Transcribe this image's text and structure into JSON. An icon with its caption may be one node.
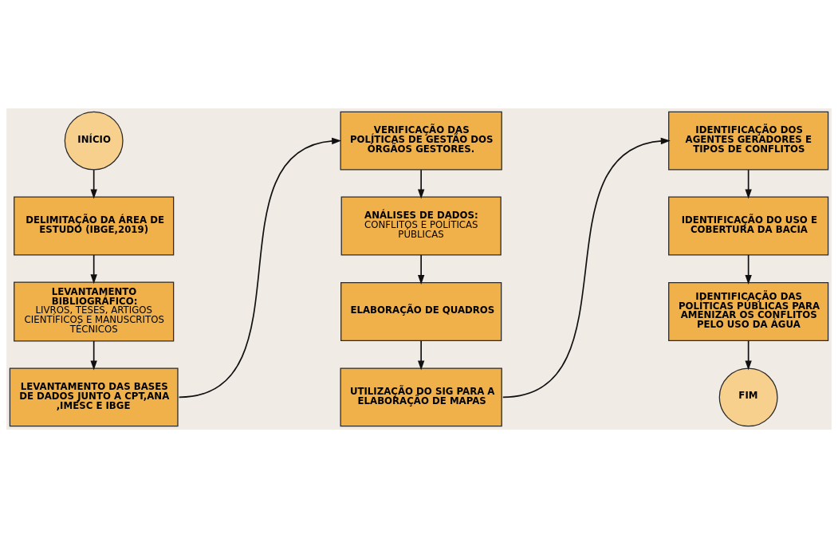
{
  "diagram": {
    "nodes": [
      {
        "text": [
          "INÍCIO"
        ]
      },
      {
        "text": [
          "DELIMITAÇÃO DA ÁREA DE ESTUDO (IBGE,2019)"
        ]
      },
      {
        "text": [
          "LEVANTAMENTO BIBLIOGRÁFICO:",
          "LIVROS, TESES, ARTIGOS CIENTÍFICOS E MANUSCRITOS TÉCNICOS"
        ]
      },
      {
        "text": [
          "LEVANTAMENTO DAS BASES DE DADOS JUNTO A CPT,ANA ,IMESC E IBGE"
        ]
      },
      {
        "text": [
          "VERIFICAÇÃO DAS POLÍTICAS DE GESTÃO DOS ÓRGÃOS GESTORES."
        ]
      },
      {
        "text": [
          "ANÁLISES DE DADOS:",
          "CONFLITOS E POLÍTICAS PÚBLICAS"
        ]
      },
      {
        "text": [
          "ELABORAÇÃO DE QUADROS"
        ]
      },
      {
        "text": [
          "UTILIZAÇÃO DO SIG PARA A ELABORAÇÃO DE MAPAS"
        ]
      },
      {
        "text": [
          "IDENTIFICAÇÃO DOS AGENTES GERADORES E TIPOS DE CONFLITOS"
        ]
      },
      {
        "text": [
          "IDENTIFICAÇÃO DO USO E COBERTURA DA BACIA"
        ]
      },
      {
        "text": [
          "IDENTIFICAÇÃO DAS POLÍTICAS PÚBLICAS PARA AMENIZAR OS CONFLITOS PELO USO DA ÁGUA"
        ]
      },
      {
        "text": [
          "FIM"
        ]
      }
    ],
    "edges": [
      {
        "from": 0,
        "to": 1,
        "arrow": "to"
      },
      {
        "from": 1,
        "to": 2,
        "arrow": "to"
      },
      {
        "from": 2,
        "to": 3,
        "arrow": "to"
      },
      {
        "from": 3,
        "to": 4,
        "arrow": "to"
      },
      {
        "from": 4,
        "to": 5,
        "arrow": "to"
      },
      {
        "from": 5,
        "to": 6,
        "arrow": "to"
      },
      {
        "from": 6,
        "to": 7,
        "arrow": "to"
      },
      {
        "from": 7,
        "to": 8,
        "arrow": "to"
      },
      {
        "from": 8,
        "to": 9,
        "arrow": "to"
      },
      {
        "from": 9,
        "to": 10,
        "arrow": "to"
      },
      {
        "from": 10,
        "to": 11,
        "arrow": "to"
      }
    ]
  }
}
